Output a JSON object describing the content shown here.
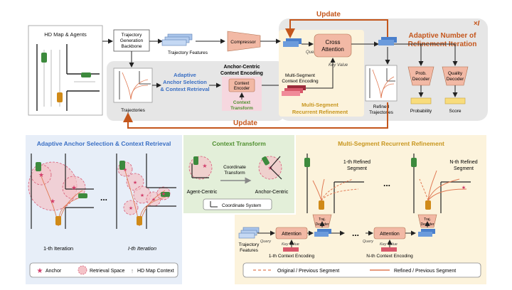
{
  "top": {
    "update_label": "Update",
    "repeat_label": "×I",
    "hd_map_label": "HD Map & Agents",
    "backbone_label_1": "Trajectory",
    "backbone_label_2": "Generation",
    "backbone_label_3": "Backbone",
    "features_label": "Trajectory Features",
    "compressor_label": "Compressor",
    "query_label": "Query",
    "key_value_label": "Key Value",
    "cross_attention_1": "Cross",
    "cross_attention_2": "Attention",
    "adaptive_iter_1": "Adaptive Number of",
    "adaptive_iter_2": "Refinement Iteration",
    "trajectories_label": "Trajectories",
    "aasc_1": "Adaptive",
    "aasc_2": "Anchor Selection",
    "aasc_3": "& Context Retrieval",
    "acce_1": "Anchor-Centric",
    "acce_2": "Context Encoding",
    "context_encoder_1": "Context",
    "context_encoder_2": "Encoder",
    "context_transform_1": "Context",
    "context_transform_2": "Transform",
    "msce_1": "Multi-Segment",
    "msce_2": "Context Encoding",
    "msrr_1": "Multi-Segment",
    "msrr_2": "Recurrent Refinement",
    "refined_1": "Refined",
    "refined_2": "Trajectories",
    "prob_decoder_1": "Prob.",
    "prob_decoder_2": "Decoder",
    "quality_decoder_1": "Quality",
    "quality_decoder_2": "Decoder",
    "probability_label": "Probability",
    "score_label": "Score",
    "update_bottom_label": "Update"
  },
  "bottom_left": {
    "title": "Adaptive Anchor Selection & Context Retrieval",
    "ellipsis": "...",
    "iter1_label": "1-th Iteration",
    "iterI_label": "I-th Iteration",
    "legend_anchor": "Anchor",
    "legend_retrieval": "Retrieval Space",
    "legend_map": "HD Map Context"
  },
  "bottom_mid": {
    "title": "Context Transform",
    "transform_1": "Coordinate",
    "transform_2": "Transform",
    "agent_centric": "Agent-Centric",
    "anchor_centric": "Anchor-Centric",
    "coord_system": "Coordinate System"
  },
  "bottom_right": {
    "title": "Multi-Segment Recurrent Refinement",
    "seg1_1": "1-th Refined",
    "seg1_2": "Segment",
    "segN_1": "N-th Refined",
    "segN_2": "Segment",
    "ellipsis_1": "...",
    "ellipsis_2": "...",
    "traj_dec_1": "Traj.",
    "traj_dec_2": "Decoder",
    "features_1": "Trajectory",
    "features_2": "Features",
    "attention_1": "Attention",
    "attention_n": "Attention",
    "query_1": "Query",
    "kv_1": "Key Value",
    "query_n": "Query",
    "kv_n": "Key Value",
    "ctx1_label": "1-th Context Encoding",
    "ctxN_label": "N-th Context Encoding",
    "legend_original": "Original / Previous Segment",
    "legend_refined": "Refined / Previous Segment"
  },
  "colors": {
    "update_orange": "#c4561c",
    "gray_panel": "#e6e6e6",
    "blue_panel": "#e7eef8",
    "green_panel": "#e3efd9",
    "yellow_panel": "#fcf3dc",
    "pink_panel": "#f6d7df",
    "salmon_block": "#f2b9a5",
    "blue_text": "#3a6fc4",
    "green_text": "#4f8f2f",
    "gold_text": "#c8961e",
    "anchor_red": "#d23d6a"
  }
}
